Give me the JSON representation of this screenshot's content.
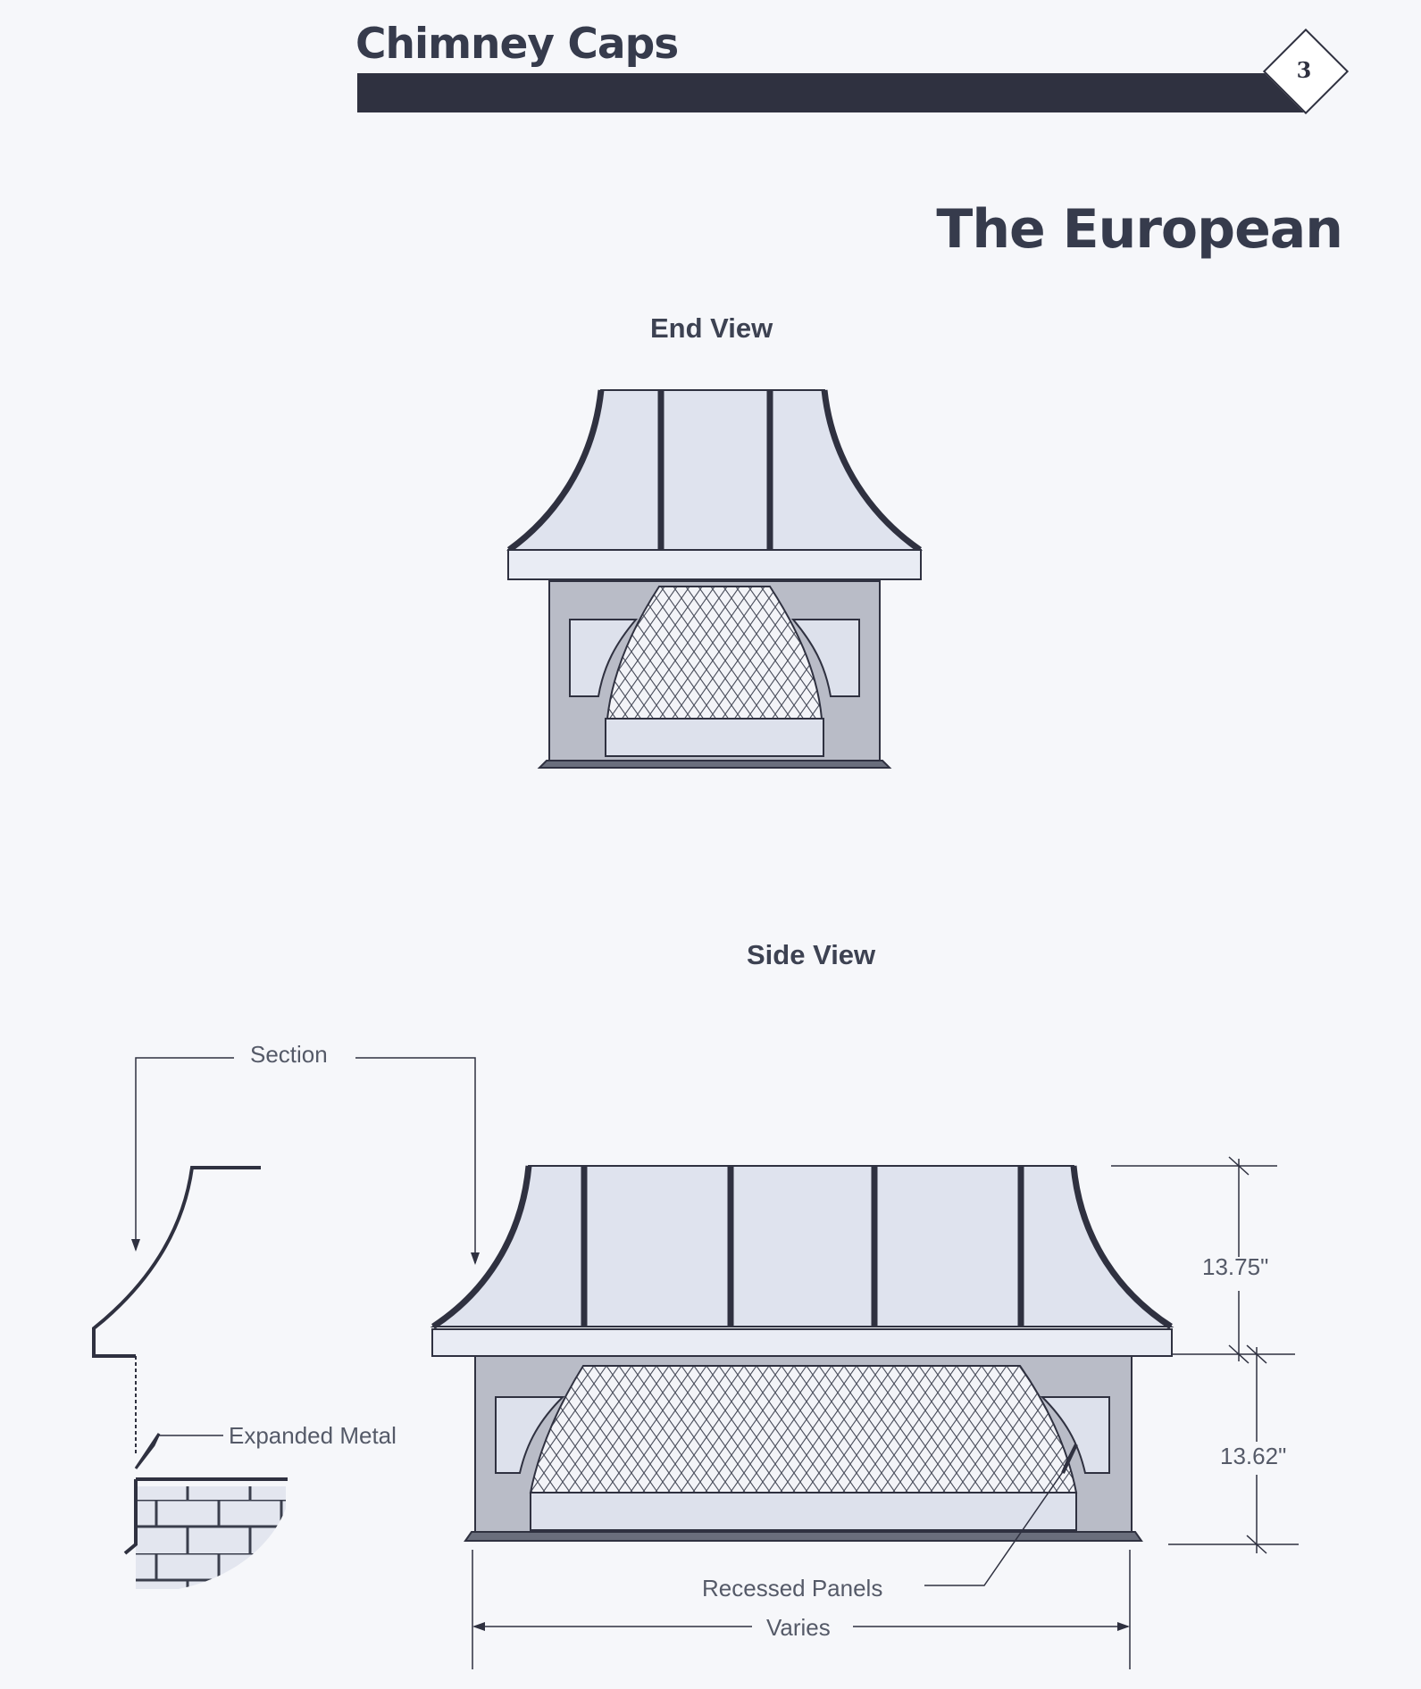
{
  "header": {
    "title": "Chimney Caps",
    "page_number": "3"
  },
  "main_title": "The European",
  "end_view": {
    "title": "End View"
  },
  "side_view": {
    "title": "Side View",
    "labels": {
      "section": "Section",
      "expanded_metal": "Expanded Metal",
      "recessed_panels": "Recessed Panels",
      "varies": "Varies"
    },
    "dimensions": {
      "upper": "13.75\"",
      "lower": "13.62\""
    }
  },
  "colors": {
    "ink": "#2f3140",
    "roof_fill": "#dfe3ee",
    "frame_fill": "#b9bcc7",
    "panel_fill": "#dde1ec",
    "text": "#555a68"
  }
}
